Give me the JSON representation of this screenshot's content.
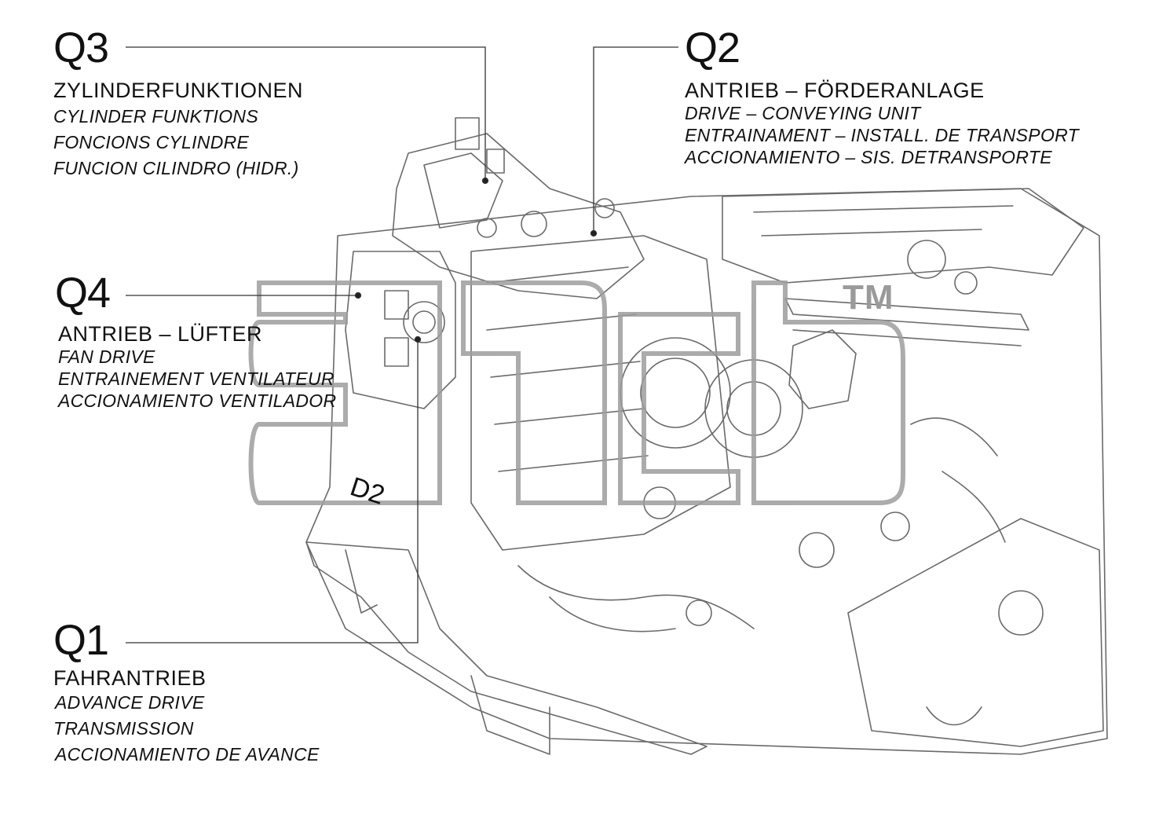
{
  "watermark": {
    "text": "ancb",
    "trademark": "TM"
  },
  "part_label": "D2",
  "groups": [
    {
      "id": "q3",
      "code": "Q3",
      "title": "ZYLINDERFUNKTIONEN",
      "translations": [
        "CYLINDER FUNKTIONS",
        "FONCIONS CYLINDRE",
        "FUNCION CILINDRO (HIDR.)"
      ]
    },
    {
      "id": "q2",
      "code": "Q2",
      "title": "ANTRIEB – FÖRDERANLAGE",
      "translations": [
        "DRIVE – CONVEYING UNIT",
        "ENTRAINAMENT – INSTALL. DE TRANSPORT",
        "ACCIONAMIENTO – SIS. DETRANSPORTE"
      ]
    },
    {
      "id": "q4",
      "code": "Q4",
      "title": "ANTRIEB – LÜFTER",
      "translations": [
        "FAN DRIVE",
        "ENTRAINEMENT VENTILATEUR",
        "ACCIONAMIENTO VENTILADOR"
      ]
    },
    {
      "id": "q1",
      "code": "Q1",
      "title": "FAHRANTRIEB",
      "translations": [
        "ADVANCE DRIVE",
        "TRANSMISSION",
        "ACCIONAMIENTO DE AVANCE"
      ]
    }
  ]
}
